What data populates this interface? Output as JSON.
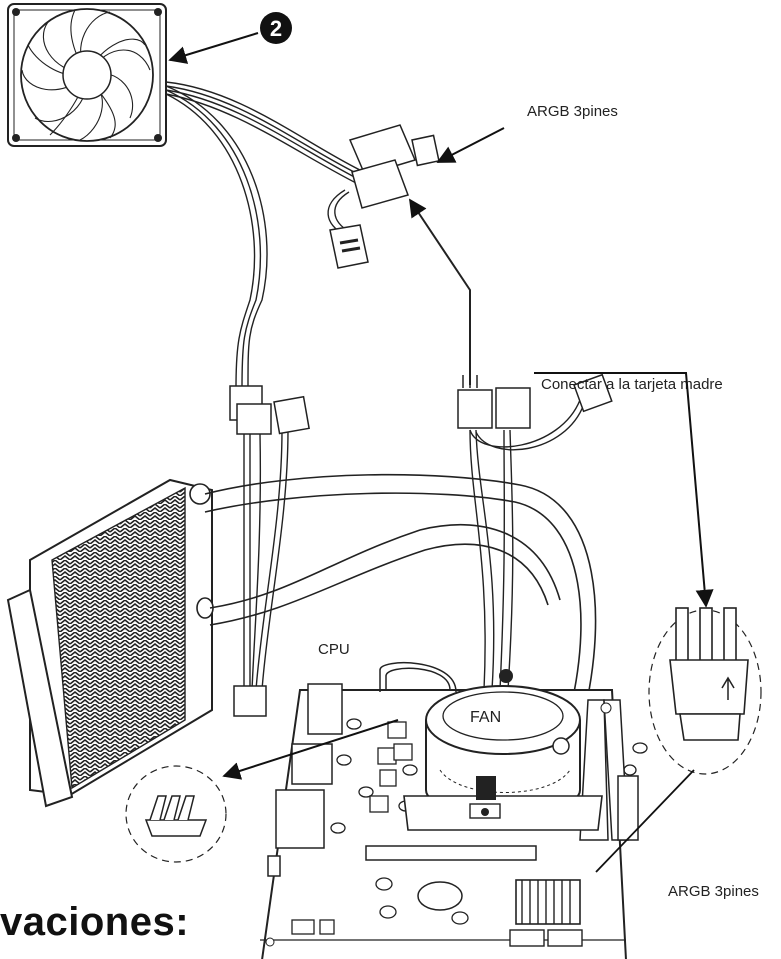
{
  "labels": {
    "step_number": "2",
    "argb_top": "ARGB 3pines",
    "connect_motherboard": "Conectar a la tarjeta madre",
    "cpu": "CPU",
    "fan": "FAN",
    "argb_bottom": "ARGB 3pines"
  },
  "heading": "vaciones:",
  "colors": {
    "ink": "#222222",
    "background": "#ffffff"
  }
}
